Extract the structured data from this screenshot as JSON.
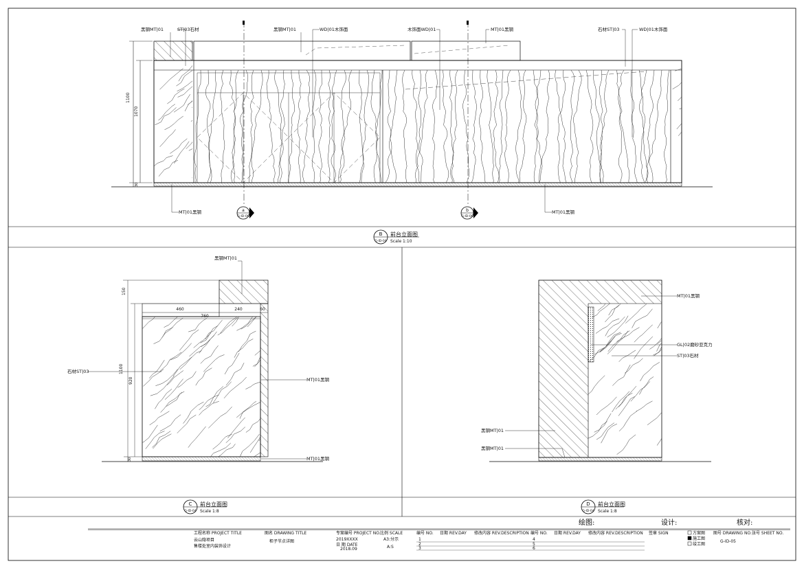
{
  "elevation_top": {
    "callouts": {
      "c1": "黑钢MT|01",
      "c2": "ST|03石材",
      "c3": "黑钢MT|01",
      "c4": "WD|01木饰面",
      "c5": "木饰面WD|01",
      "c6": "MT|01黑钢",
      "c7": "石材ST|03",
      "c8": "WD|01木饰面",
      "c9": "MT|01黑钢",
      "c10": "MT|01黑钢"
    },
    "dims": {
      "overall": "1100",
      "inner": "1070",
      "base": "30"
    },
    "section_a": {
      "letter": "a",
      "ref": "G-ID-06"
    },
    "section_b": {
      "letter": "b",
      "ref": "G-ID-06"
    },
    "view": {
      "letter": "B",
      "ref": "G-ID-04",
      "title": "前台立面图",
      "scale": "Scale 1:10"
    }
  },
  "elevation_c": {
    "callouts": {
      "top": "黑钢MT|01",
      "left": "石材ST|03",
      "right": "MT|01黑钢",
      "bottom": "MT|01黑钢"
    },
    "dims": {
      "d150": "150",
      "d460": "460",
      "d240": "240",
      "d60": "60",
      "d760": "760",
      "d1100": "1100",
      "d920": "920",
      "d30": "30"
    },
    "view": {
      "letter": "C",
      "ref": "G-ID-04",
      "title": "前台立面图",
      "scale": "Scale 1:8"
    }
  },
  "elevation_d": {
    "callouts": {
      "r1": "MT|01黑钢",
      "r2": "GL|02磨砂亚克力",
      "r3": "ST|03石材",
      "l1": "黑钢MT|01",
      "l2": "黑钢MT|01"
    },
    "view": {
      "letter": "D",
      "ref": "G-ID-04",
      "title": "前台立面图",
      "scale": "Scale 1:8"
    }
  },
  "signatures": {
    "draw": "绘图:",
    "design": "设计:",
    "check": "核对:"
  },
  "title_block": {
    "project_label": "工程名称 PROJECT TITLE",
    "project_line1": "云山隐项目",
    "project_line2": "售楼处室内装饰设计",
    "drawing_label": "图名 DRAWING TITLE",
    "drawing_value": "柜子节点详图",
    "projno_label": "专案编号 PROJECT NO.",
    "projno_value": "2019XXXX",
    "scale_label": "比例 SCALE",
    "scale_value": "A3:分示",
    "date_label": "日  期  DATE",
    "date_value": "2018.09",
    "size_value": "A:S",
    "rev_head_no": "编号 NO.",
    "rev_head_date": "日期 REV.DAY",
    "rev_head_desc": "修改内容 REV.DESCRIPTION",
    "rev_nos_left": [
      "1",
      "2",
      "3"
    ],
    "rev_nos_right": [
      "4",
      "5",
      "6"
    ],
    "sign_label": "签章 SIGN",
    "checks": [
      "方案图",
      "施工图",
      "竣工图"
    ],
    "dwg_no_label": "图号 DRAWING NO.",
    "sheet_no_label": "张号 SHEET NO.",
    "dwg_no_value": "G-ID-05"
  }
}
